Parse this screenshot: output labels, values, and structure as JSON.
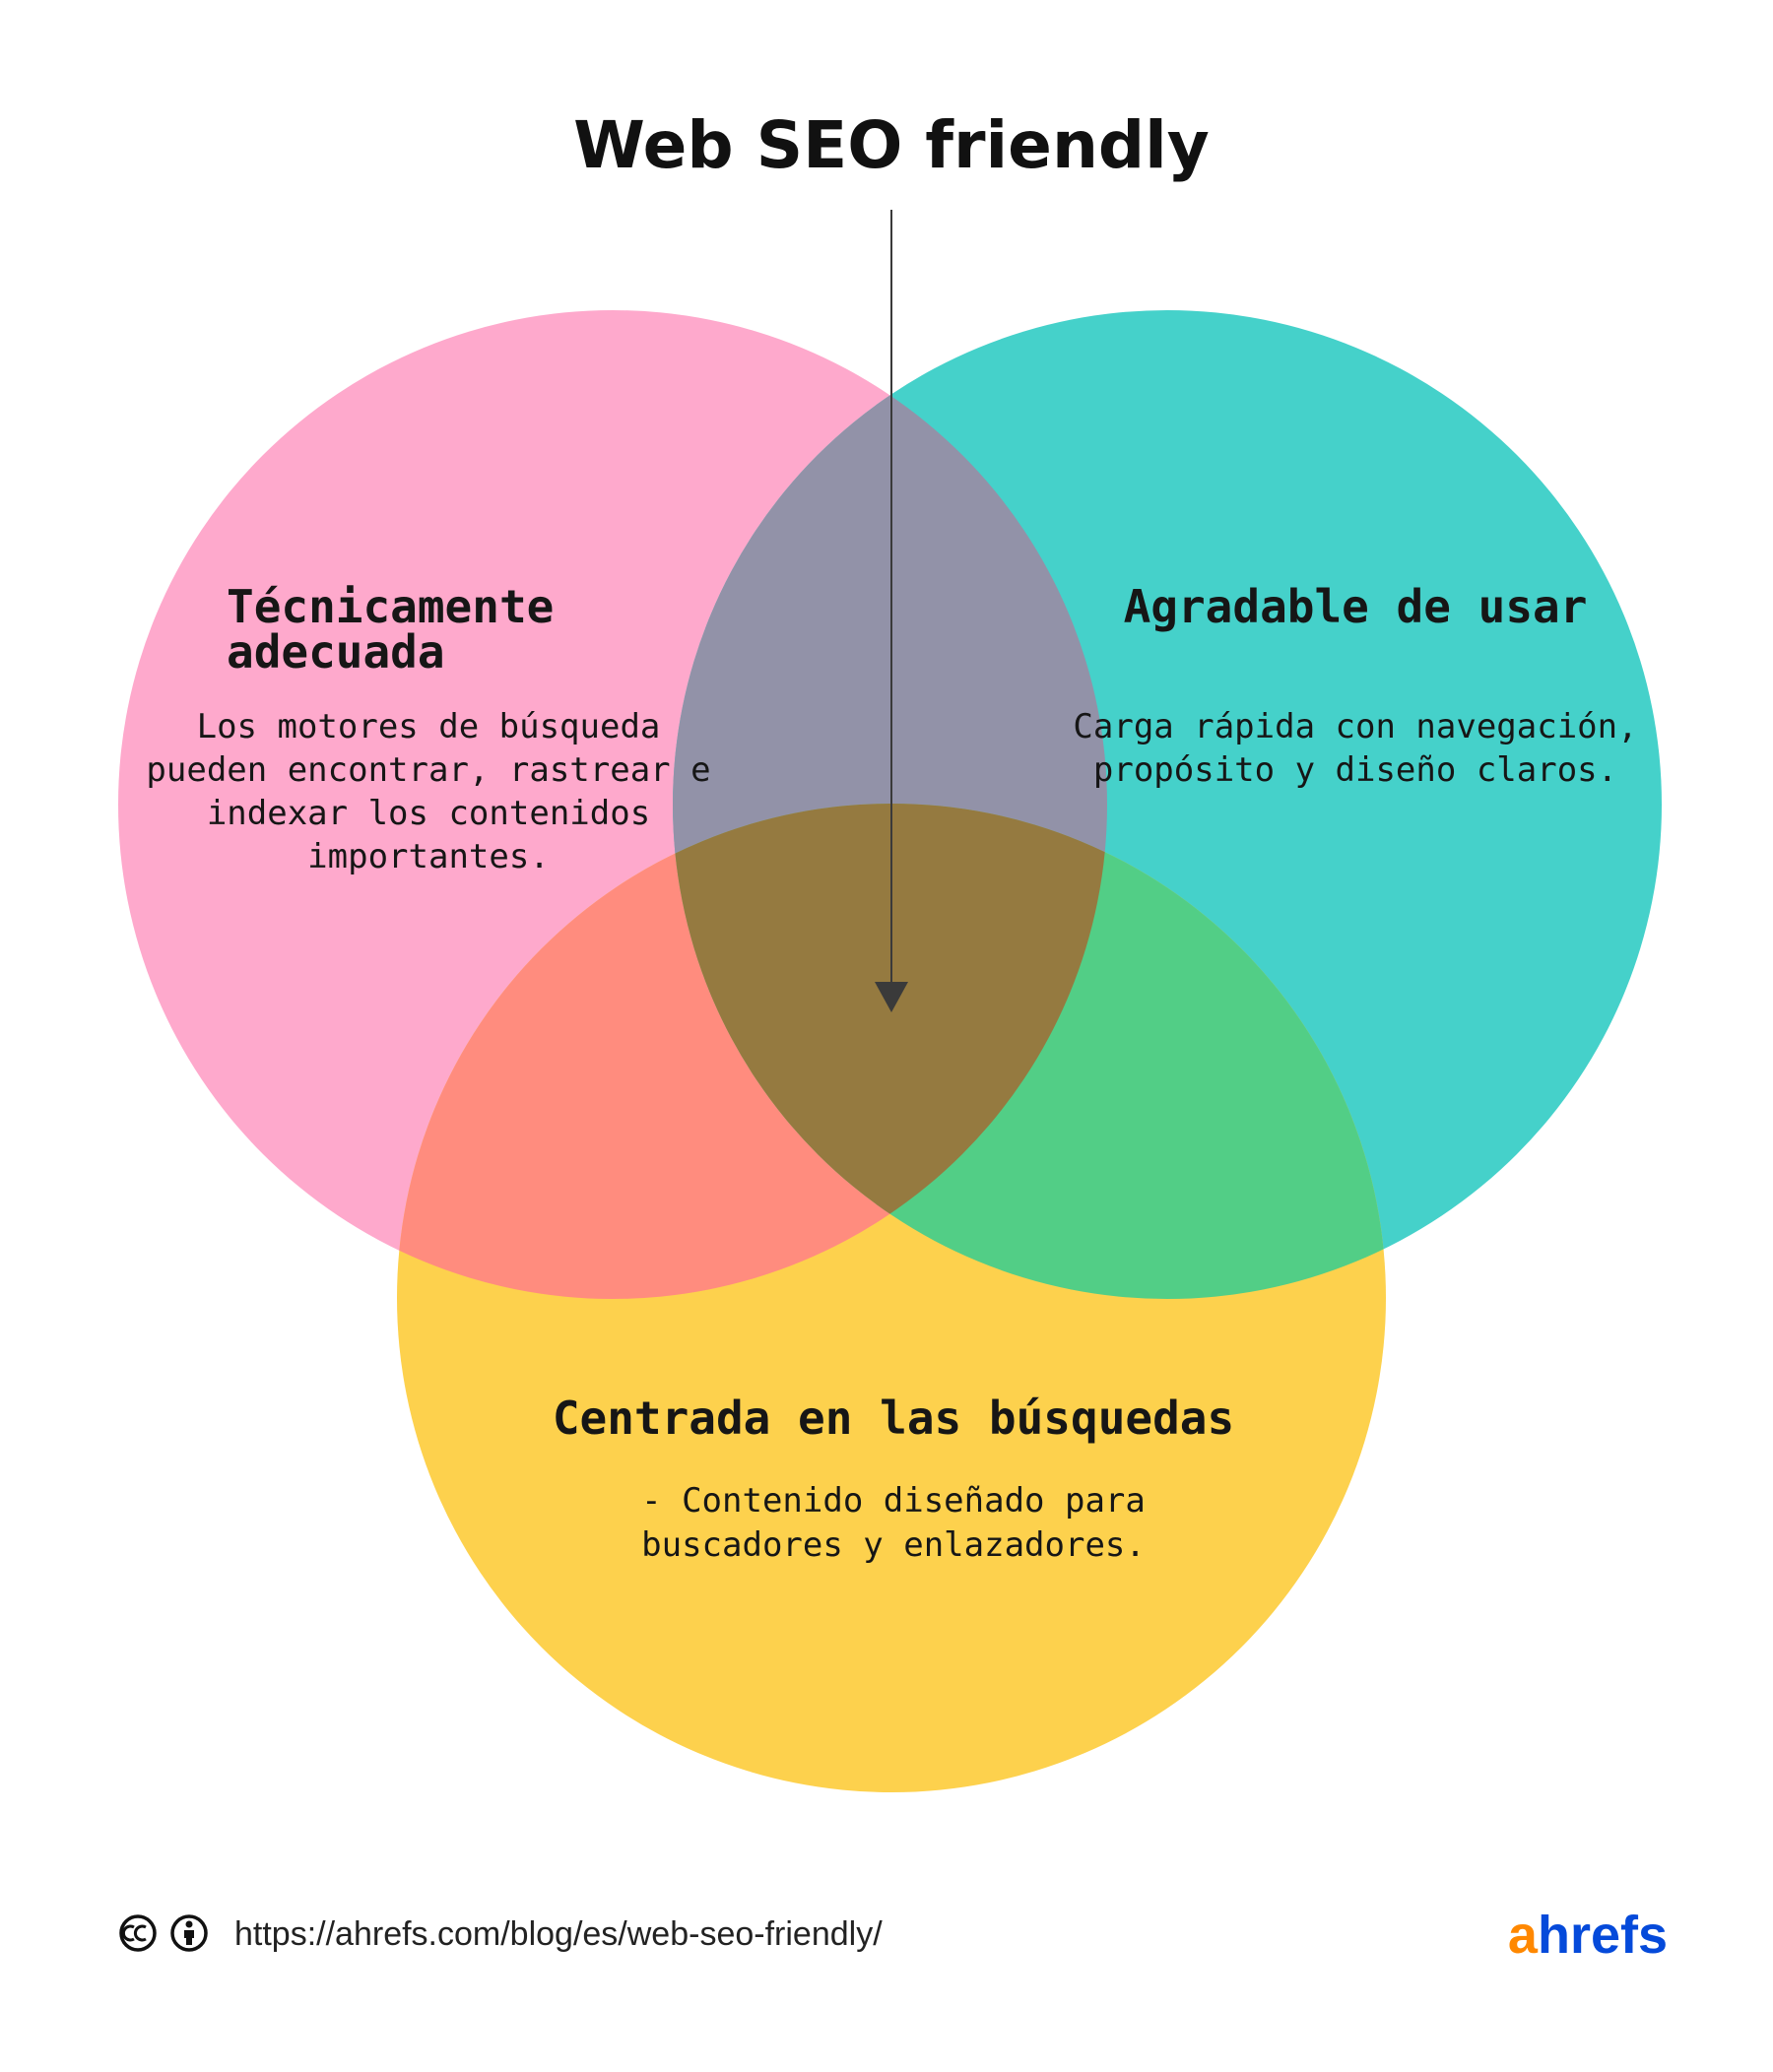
{
  "title": "Web SEO friendly",
  "circles": {
    "technical": {
      "title_line1": "Técnicamente",
      "title_line2": "adecuada",
      "body": [
        "Los motores de búsqueda",
        "pueden encontrar, rastrear e",
        "indexar los contenidos",
        "importantes."
      ],
      "color": "#fea9cc"
    },
    "usable": {
      "title": "Agradable de usar",
      "body": [
        "Carga rápida con navegación,",
        "propósito y diseño claros."
      ],
      "color": "#45d1ca"
    },
    "search": {
      "title": "Centrada en las búsquedas",
      "body": [
        "- Contenido diseñado para",
        "buscadores y enlazadores."
      ],
      "color": "#fdd14d"
    }
  },
  "overlap_colors": {
    "technical_usable": "#9292a8",
    "technical_search": "#ff8c7e",
    "usable_search": "#52ce86",
    "center": "#957a40"
  },
  "footer": {
    "license_icons": [
      "cc-icon",
      "attribution-icon"
    ],
    "url": "https://ahrefs.com/blog/es/web-seo-friendly/",
    "logo_a": "a",
    "logo_rest": "hrefs",
    "logo_colors": {
      "a": "#ff8800",
      "rest": "#054ada"
    }
  }
}
